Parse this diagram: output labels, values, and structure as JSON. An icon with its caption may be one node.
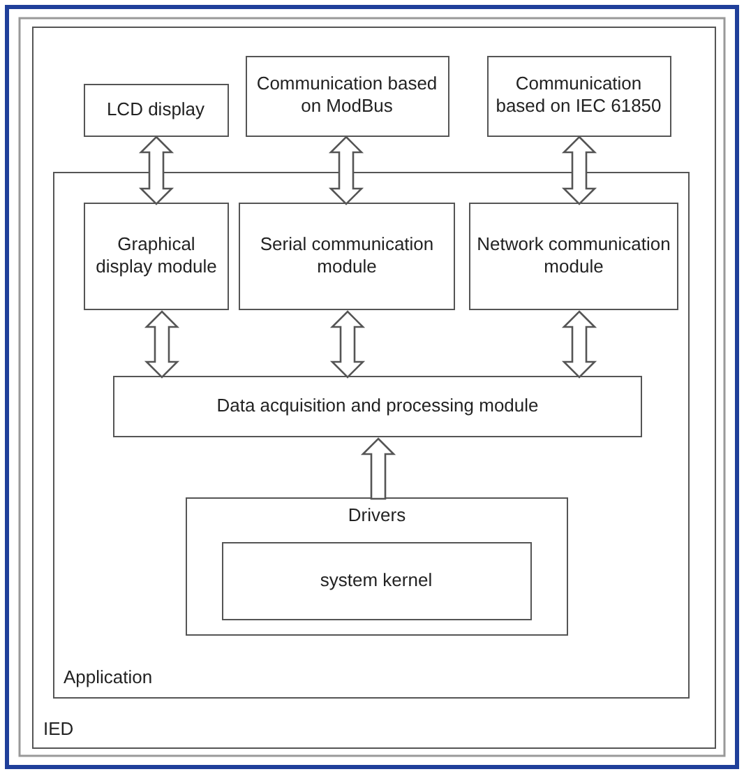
{
  "diagram": {
    "nodes": [
      {
        "text": [
          "IED"
        ]
      },
      {
        "text": [
          "Application"
        ],
        "in": 0
      },
      {
        "text": [
          "LCD display"
        ],
        "in": 0
      },
      {
        "text": [
          "Communication based on ModBus"
        ],
        "in": 0
      },
      {
        "text": [
          "Communication based on IEC 61850"
        ],
        "in": 0
      },
      {
        "text": [
          "Graphical display module"
        ],
        "in": 1
      },
      {
        "text": [
          "Serial communication module"
        ],
        "in": 1
      },
      {
        "text": [
          "Network communication module"
        ],
        "in": 1
      },
      {
        "text": [
          "Data acquisition and processing module"
        ],
        "in": 1
      },
      {
        "text": [
          "Drivers"
        ],
        "in": 1
      },
      {
        "text": [
          "system kernel"
        ],
        "in": 9
      }
    ],
    "edges": [
      {
        "from": 2,
        "to": 5,
        "arrow": "both"
      },
      {
        "from": 3,
        "to": 6,
        "arrow": "both"
      },
      {
        "from": 4,
        "to": 7,
        "arrow": "both"
      },
      {
        "from": 5,
        "to": 8,
        "arrow": "both"
      },
      {
        "from": 6,
        "to": 8,
        "arrow": "both"
      },
      {
        "from": 7,
        "to": 8,
        "arrow": "both"
      },
      {
        "from": 9,
        "to": 8,
        "arrow": "to"
      }
    ]
  }
}
